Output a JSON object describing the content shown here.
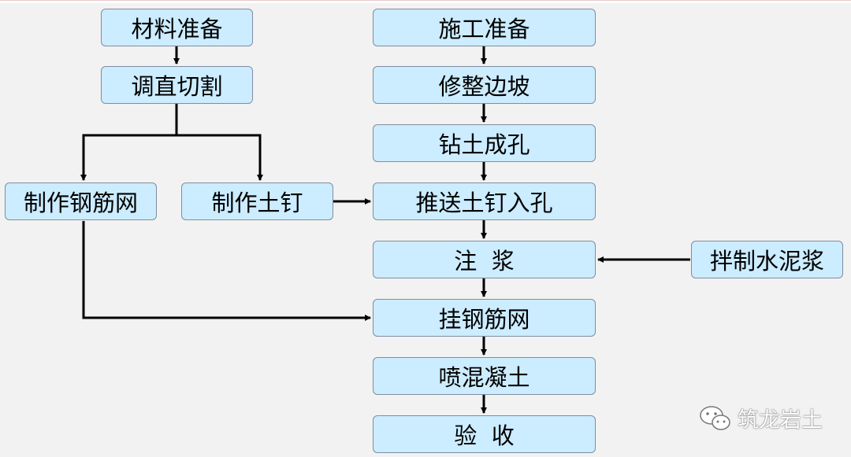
{
  "nodes": {
    "material_prep": "材料准备",
    "straighten_cut": "调直切割",
    "make_mesh": "制作钢筋网",
    "make_nail": "制作土钉",
    "construction_prep": "施工准备",
    "trim_slope": "修整边坡",
    "drill_hole": "钻土成孔",
    "push_nail": "推送土钉入孔",
    "grouting": "注  浆",
    "mix_cement": "拌制水泥浆",
    "hang_mesh": "挂钢筋网",
    "spray_concrete": "喷混凝土",
    "acceptance": "验  收"
  },
  "watermark": {
    "text": "筑龙岩土",
    "icon": "wechat-icon"
  },
  "colors": {
    "node_fill": "#ccecff",
    "node_border": "#7f8da0",
    "connector": "#000000",
    "background": "#f2f2f2"
  }
}
